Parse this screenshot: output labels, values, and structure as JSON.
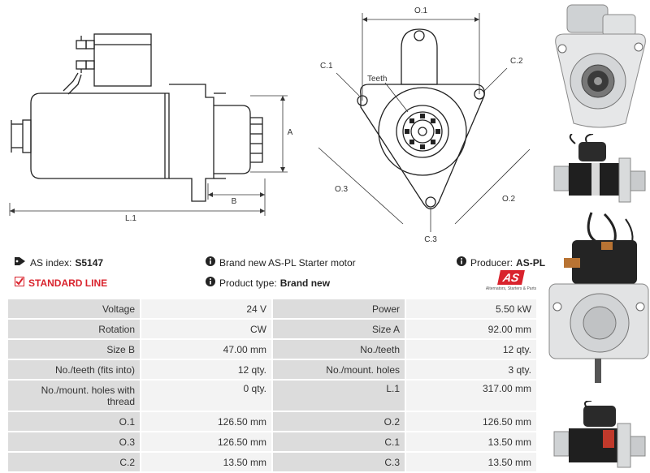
{
  "drawing_side": {
    "labels": {
      "L1": "L.1",
      "A": "A",
      "B": "B"
    }
  },
  "drawing_front": {
    "labels": {
      "O1": "O.1",
      "O2": "O.2",
      "O3": "O.3",
      "C1": "C.1",
      "C2": "C.2",
      "C3": "C.3",
      "teeth": "Teeth"
    }
  },
  "info": {
    "as_index_label": "AS index:",
    "as_index_value": "S5147",
    "standard_line": "STANDARD LINE",
    "description": "Brand new AS-PL Starter motor",
    "product_type_label": "Product type:",
    "product_type_value": "Brand new",
    "producer_label": "Producer:",
    "producer_value": "AS-PL",
    "logo_text": "AS",
    "logo_tagline": "Alternators, Starters & Parts"
  },
  "colors": {
    "accent": "#d9232d",
    "label_bg": "#dcdcdc",
    "value_bg": "#f3f3f3"
  },
  "specs": {
    "rows": [
      [
        {
          "label": "Voltage",
          "value": "24 V"
        },
        {
          "label": "Power",
          "value": "5.50 kW"
        }
      ],
      [
        {
          "label": "Rotation",
          "value": "CW"
        },
        {
          "label": "Size A",
          "value": "92.00 mm"
        }
      ],
      [
        {
          "label": "Size B",
          "value": "47.00 mm"
        },
        {
          "label": "No./teeth",
          "value": "12 qty."
        }
      ],
      [
        {
          "label": "No./teeth (fits into)",
          "value": "12 qty."
        },
        {
          "label": "No./mount. holes",
          "value": "3 qty."
        }
      ],
      [
        {
          "label": "No./mount. holes with thread",
          "value": "0 qty."
        },
        {
          "label": "L.1",
          "value": "317.00 mm"
        }
      ],
      [
        {
          "label": "O.1",
          "value": "126.50 mm"
        },
        {
          "label": "O.2",
          "value": "126.50 mm"
        }
      ],
      [
        {
          "label": "O.3",
          "value": "126.50 mm"
        },
        {
          "label": "C.1",
          "value": "13.50 mm"
        }
      ],
      [
        {
          "label": "C.2",
          "value": "13.50 mm"
        },
        {
          "label": "C.3",
          "value": "13.50 mm"
        }
      ]
    ]
  }
}
